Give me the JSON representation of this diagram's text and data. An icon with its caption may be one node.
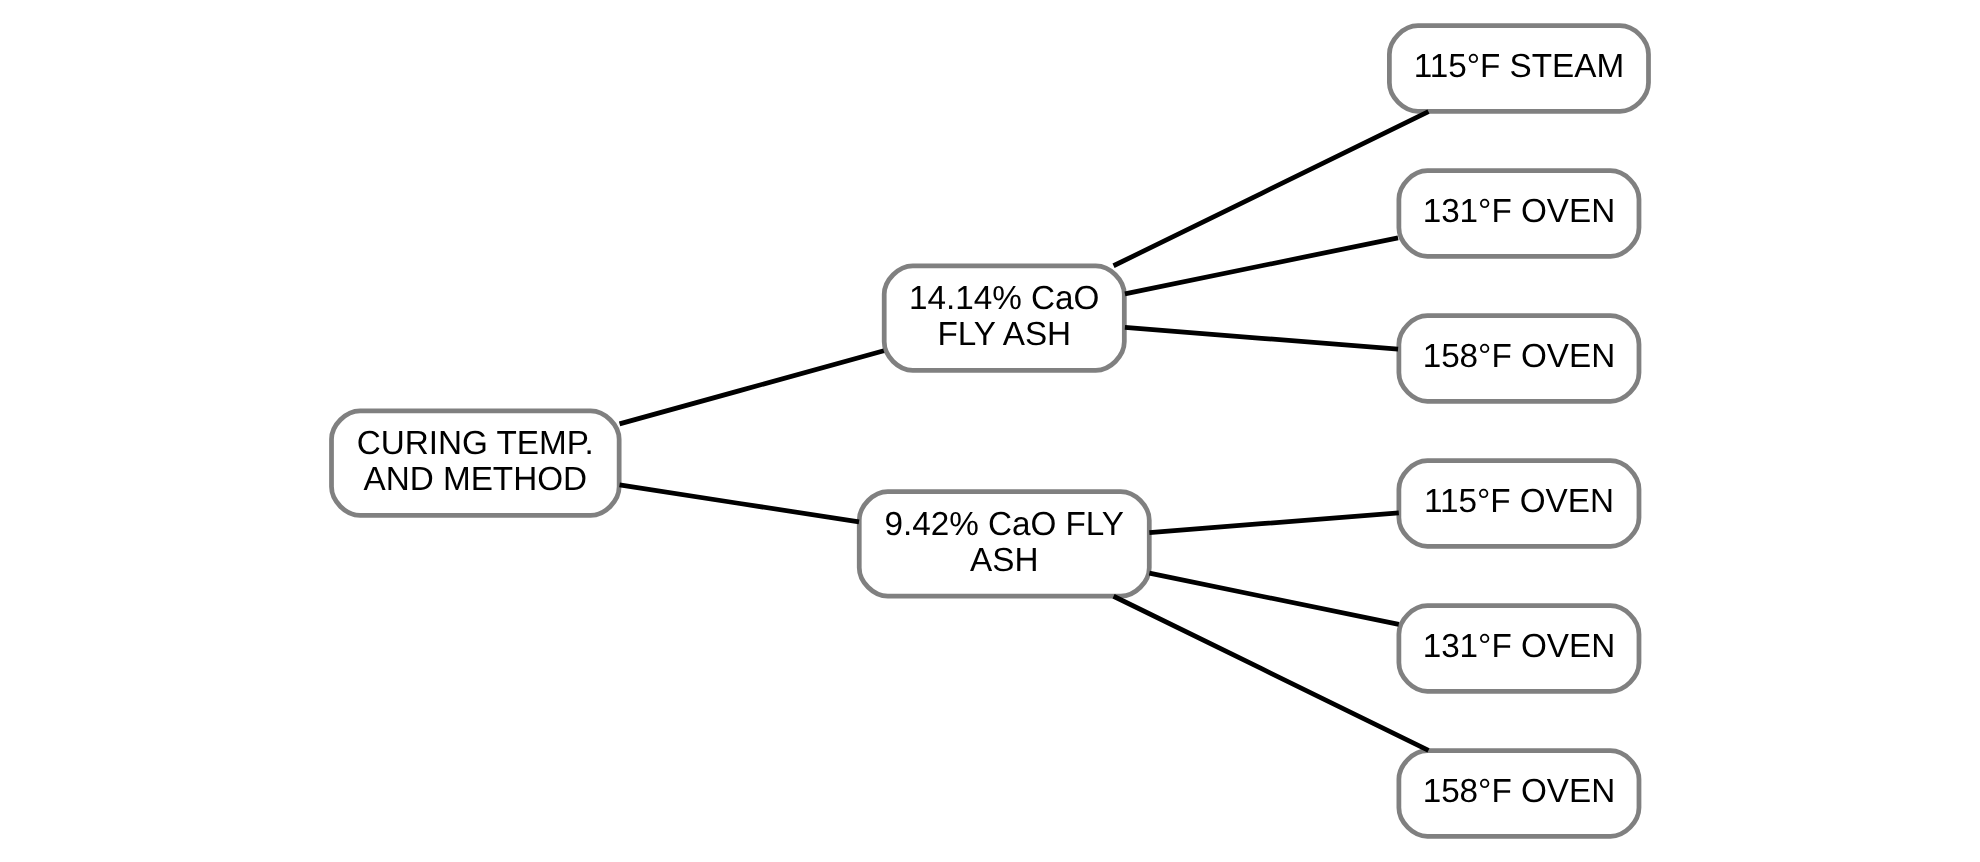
{
  "diagram": {
    "nodes": [
      {
        "text": [
          "CURING TEMP. AND METHOD"
        ]
      },
      {
        "text": [
          "14.14% CaO FLY ASH"
        ]
      },
      {
        "text": [
          "9.42% CaO FLY ASH"
        ]
      },
      {
        "text": [
          "115°F STEAM"
        ]
      },
      {
        "text": [
          "131°F OVEN"
        ]
      },
      {
        "text": [
          "158°F OVEN"
        ]
      },
      {
        "text": [
          "115°F OVEN"
        ]
      },
      {
        "text": [
          "131°F OVEN"
        ]
      },
      {
        "text": [
          "158°F OVEN"
        ]
      }
    ],
    "edges": [
      {
        "from": 0,
        "to": 1,
        "arrow": "none"
      },
      {
        "from": 0,
        "to": 2,
        "arrow": "none"
      },
      {
        "from": 1,
        "to": 3,
        "arrow": "none"
      },
      {
        "from": 1,
        "to": 4,
        "arrow": "none"
      },
      {
        "from": 1,
        "to": 5,
        "arrow": "none"
      },
      {
        "from": 2,
        "to": 6,
        "arrow": "none"
      },
      {
        "from": 2,
        "to": 7,
        "arrow": "none"
      },
      {
        "from": 2,
        "to": 8,
        "arrow": "none"
      }
    ]
  }
}
